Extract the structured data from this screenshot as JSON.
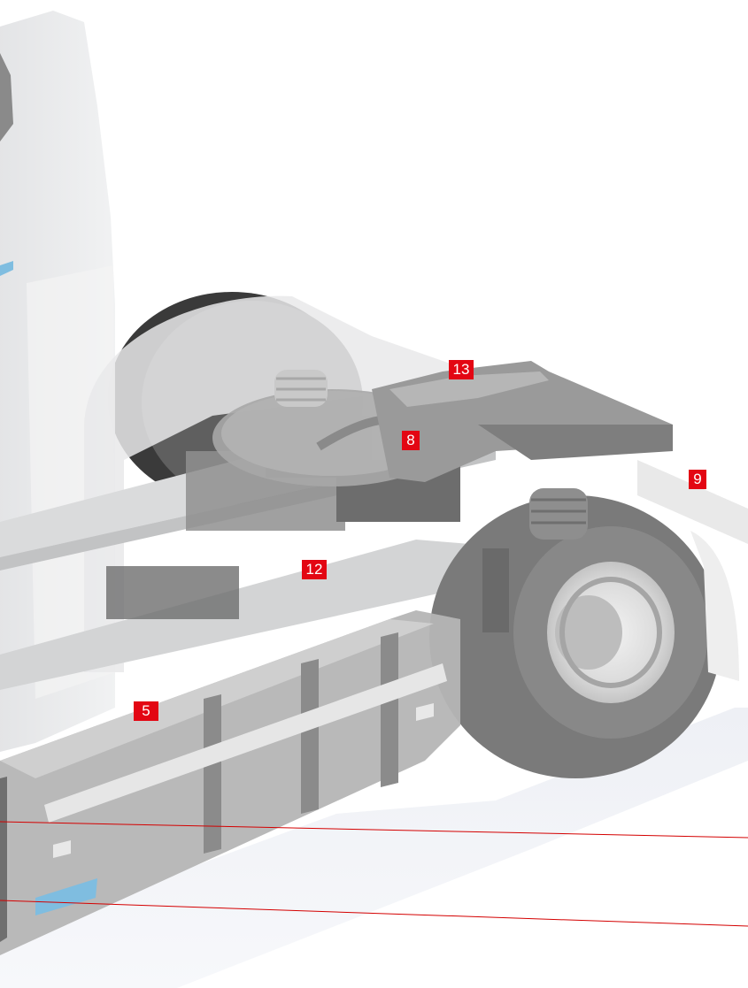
{
  "callouts": [
    {
      "id": "5",
      "label": "5"
    },
    {
      "id": "8",
      "label": "8"
    },
    {
      "id": "9",
      "label": "9"
    },
    {
      "id": "12",
      "label": "12"
    },
    {
      "id": "13",
      "label": "13"
    }
  ],
  "colors": {
    "callout_bg": "#e30613",
    "callout_text": "#ffffff",
    "leader_line": "#d40000",
    "accent_blue": "#7fbde0"
  }
}
